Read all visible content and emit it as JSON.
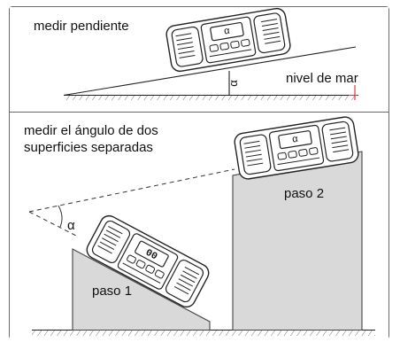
{
  "title_top": "medir pendiente",
  "label_sea": "nivel de mar",
  "title_bottom_line1": "medir el ángulo de dos",
  "title_bottom_line2": "superficies separadas",
  "label_step1": "paso 1",
  "label_step2": "paso 2",
  "angle_symbol": "α",
  "display_reading": "00"
}
